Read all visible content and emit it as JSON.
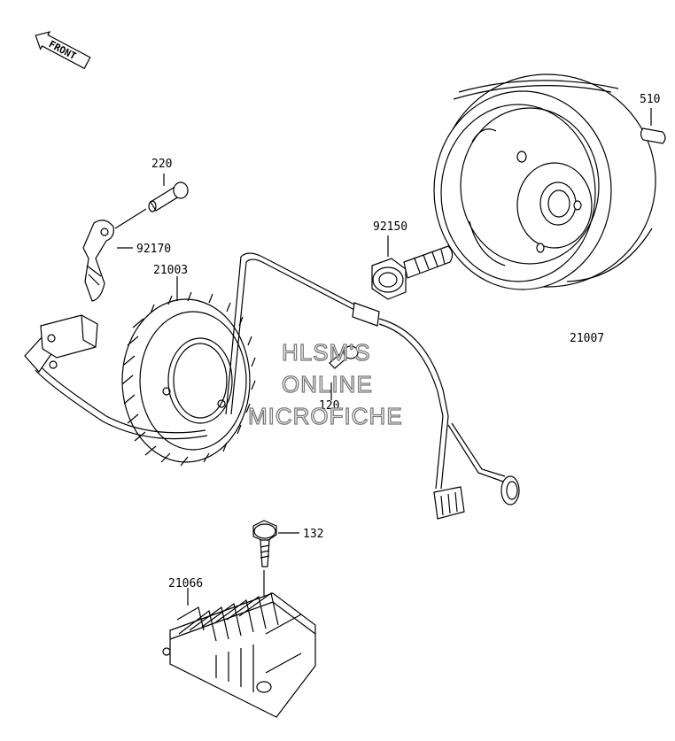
{
  "orientation_arrow": {
    "label": "FRONT"
  },
  "parts": {
    "p220": "220",
    "p92170": "92170",
    "p21003": "21003",
    "p92150": "92150",
    "p510": "510",
    "p21007": "21007",
    "p120": "120",
    "p132": "132",
    "p21066": "21066"
  },
  "watermark": {
    "line1": "HLSM'S",
    "line2": "ONLINE",
    "line3": "MICROFICHE"
  }
}
